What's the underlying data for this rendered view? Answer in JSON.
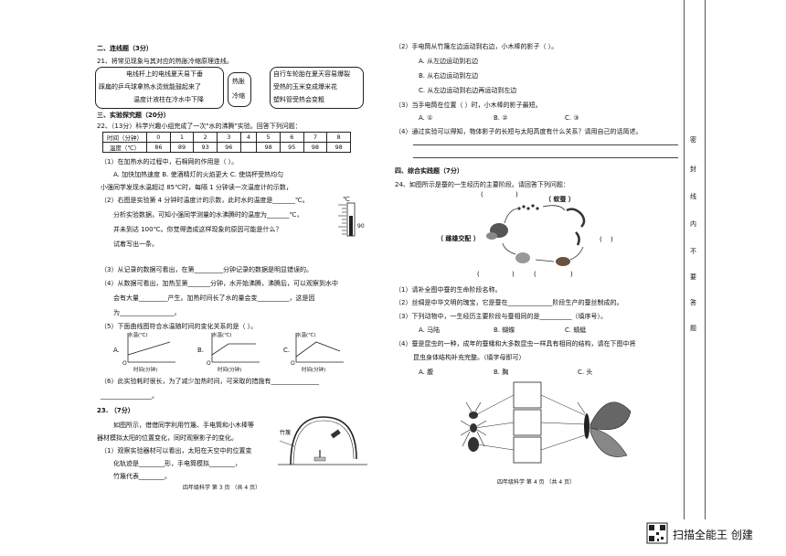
{
  "left": {
    "s2_title": "二、连线题（3分）",
    "q21": "21、将常见现象与其对应的热胀冷缩原理连线。",
    "match_left": [
      "电线杆上的电线夏天易下垂",
      "踩扁的乒乓球拿热水烫就能鼓起来了",
      "温度计液柱在冷水中下降"
    ],
    "match_mid": [
      "热胀",
      "冷缩"
    ],
    "match_right": [
      "自行车轮胎在夏天容易爆裂",
      "受热的玉米变成爆米花",
      "塑料管受热会变粗"
    ],
    "s3_title": "三、实验探究题（20分）",
    "q22": "22、（13分）科学兴趣小组完成了一次\"水的沸腾\"实验。回答下列问题：",
    "table_head": [
      "时间（分钟）",
      "0",
      "1",
      "2",
      "3",
      "4",
      "5",
      "6",
      "7",
      "8"
    ],
    "table_row": [
      "温度（℃）",
      "86",
      "89",
      "93",
      "96",
      "",
      "98",
      "95",
      "98",
      "98"
    ],
    "q22_1": "（1）在加热水的过程中，石棉网的作用是（    ）。",
    "q22_1_opts": "A. 加快加热速度    B. 使酒精灯的火焰更大    C. 使烧杯受热均匀",
    "q22_2_intro": "小强同学发现水温超过 85℃时，每隔 1 分钟读一次温度计的示数，",
    "q22_2a": "（2）右图是实验第 4 分钟时温度计的示数，此时水的温度是_______℃。",
    "q22_2b": "分析实验数据，可知小强同学测量的水沸腾时的温度为_______℃，",
    "q22_2c": "并未到达 100℃。你觉得造成这样现象的原因可能是什么？",
    "q22_2d": "试着写出一条。",
    "thermo_unit": "℃",
    "thermo_val": "90",
    "q22_3": "（3）从记录的数据可看出，在第_________分钟记录的数据是明显错误的。",
    "q22_4a": "（4）从数据可看出，加热至第_______分钟，水开始沸腾，沸腾后，可以观察到水中",
    "q22_4b": "会有大量_________产生。加热时间长了水的量会变__________，这是因",
    "q22_4c": "为_________________。",
    "q22_5": "（5）下面曲线图符合水温随时间的变化关系的是（    ）。",
    "graph_ylabel": "水温(℃)",
    "graph_xlabel": "时间(分钟)",
    "graph_labels": [
      "A.",
      "B.",
      "C."
    ],
    "graph_origin": "O",
    "q22_6a": "（6）此实验耗时很长，为了减少加热时间，可采取的措施有_______________",
    "q22_6b": "________________。",
    "q23": "23.  （7分）",
    "q23_intro1": "如图所示，借借同学利用竹篾、手电筒和小木棒等",
    "q23_intro2": "器材模拟太阳的位置变化，同时观察影子的变化。",
    "q23_1a": "（1）观察实验器材可以看出，太阳在天空中的位置变",
    "q23_1b": "化轨迹是________形，手电筒模拟________，",
    "q23_1c": "竹篾代表________。",
    "bamboo_label": "竹篾",
    "footer": "四年级科学  第 3 页  （共 4 页）"
  },
  "right": {
    "q23_2": "（2）手电筒从竹篾左边运动到右边，小木棒的影子（    ）。",
    "q23_2_opts": [
      "A. 从左边运动到右边",
      "B. 从右边运动到左边",
      "C. 从左边运动到右边再运动到左边"
    ],
    "q23_3": "（3）当手电筒在位置（    ）时，小木棒的影子最短。",
    "q23_3_opts": [
      "A. ①",
      "B. ②",
      "C. ③"
    ],
    "q23_4": "（4）通过实验可以得知，物体影子的长短与太阳高度有什么关系？请用自己的话简述。",
    "s4_title": "四、综合实践题（7分）",
    "q24": "24、如图所示是蚕的一生经历的主要阶段。请回答下列问题：",
    "stage_cocoon": "（ 蚁蚕 ）",
    "stage_mating": "（ 雌雄交配 ）",
    "q24_1": "（1）请补全图中蚕的生命阶段名称。",
    "q24_2": "（2）丝绸是中华文明的瑰宝，它是蚕在______________阶段生产的蚕丝制成的。",
    "q24_3": "（3）下列动物中，一生经历主要阶段与蚕相同的是__________（填序号）。",
    "q24_3_opts": [
      "A. 马陆",
      "B. 蝴蝶",
      "C. 蜻蜓"
    ],
    "q24_4a": "（4）蚕是昆虫的一种，成年的蚕蛾和大多数昆虫一样具有相同的结构，请在下图中将",
    "q24_4b": "昆虫身体结构补充完整。（填字母即可）",
    "q24_4_opts": [
      "A. 腹",
      "B. 胸",
      "C. 头"
    ],
    "footer": "四年级科学  第 4 页  （共 4 页）"
  },
  "sidebar_chars": [
    "密",
    "封",
    "线",
    "内",
    "不",
    "要",
    "答",
    "题"
  ],
  "watermark": "扫描全能王  创建"
}
